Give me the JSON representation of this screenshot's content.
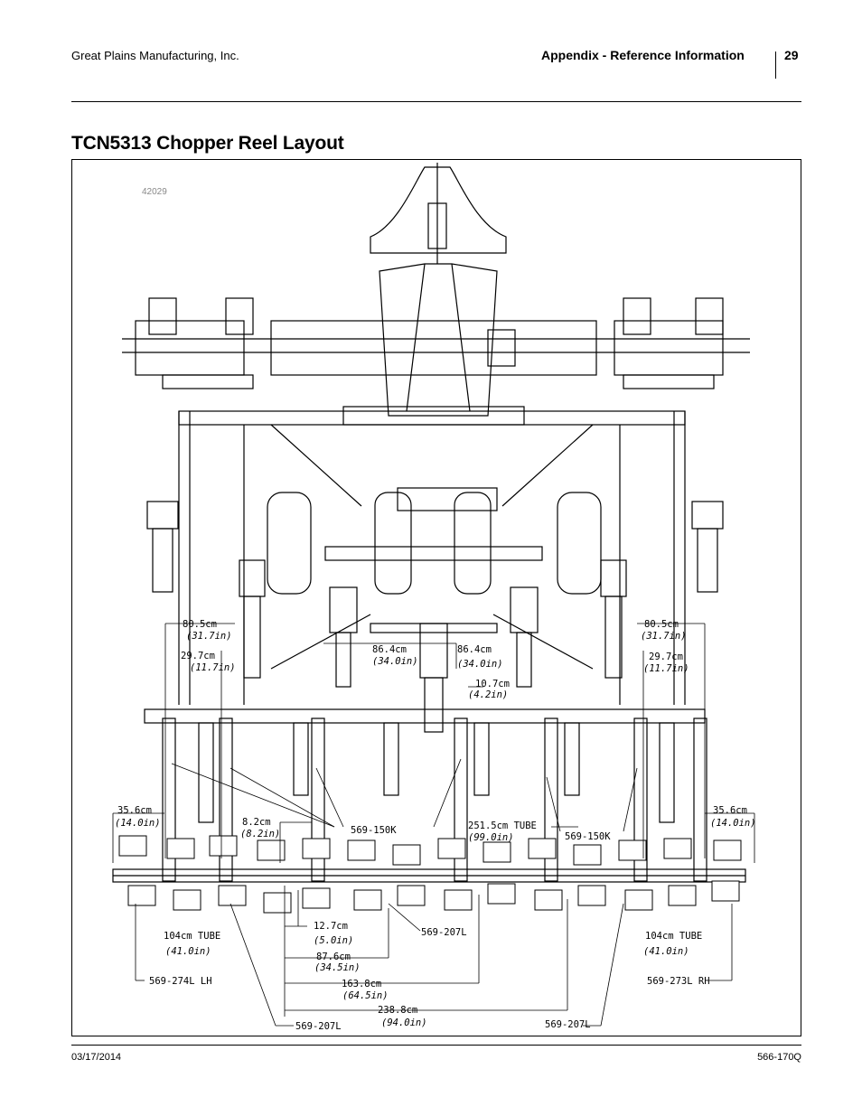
{
  "header": {
    "company": "Great Plains Manufacturing, Inc.",
    "section": "Appendix - Reference Information",
    "page_number": "29"
  },
  "title": "TCN5313 Chopper Reel Layout",
  "figure": {
    "id": "42029",
    "dimensions": {
      "d1_cm": "80.5cm",
      "d1_in": "(31.7in)",
      "d2_cm": "29.7cm",
      "d2_in": "(11.7in)",
      "d3_cm": "86.4cm",
      "d3_in": "(34.0in)",
      "d4_cm": "86.4cm",
      "d4_in": "(34.0in)",
      "d5_cm": "10.7cm",
      "d5_in": "(4.2in)",
      "d6_cm": "80.5cm",
      "d6_in": "(31.7in)",
      "d7_cm": "29.7cm",
      "d7_in": "(11.7in)",
      "d8_cm": "35.6cm",
      "d8_in": "(14.0in)",
      "d9_cm": "8.2cm",
      "d9_in": "(8.2in)",
      "d10_cm": "251.5cm TUBE",
      "d10_in": "(99.0in)",
      "d11_cm": "35.6cm",
      "d11_in": "(14.0in)",
      "d12_cm": "12.7cm",
      "d12_in": "(5.0in)",
      "d13_cm": "87.6cm",
      "d13_in": "(34.5in)",
      "d14_cm": "163.8cm",
      "d14_in": "(64.5in)",
      "d15_cm": "238.8cm",
      "d15_in": "(94.0in)",
      "d16_cm": "104cm TUBE",
      "d16_in": "(41.0in)",
      "d17_cm": "104cm TUBE",
      "d17_in": "(41.0in)"
    },
    "parts": {
      "p1": "569-150K",
      "p2": "569-150K",
      "p3": "569-207L",
      "p4": "569-274L LH",
      "p5": "569-273L RH",
      "p6": "569-207L",
      "p7": "569-207L"
    }
  },
  "footer": {
    "date": "03/17/2014",
    "doc_number": "566-170Q"
  }
}
